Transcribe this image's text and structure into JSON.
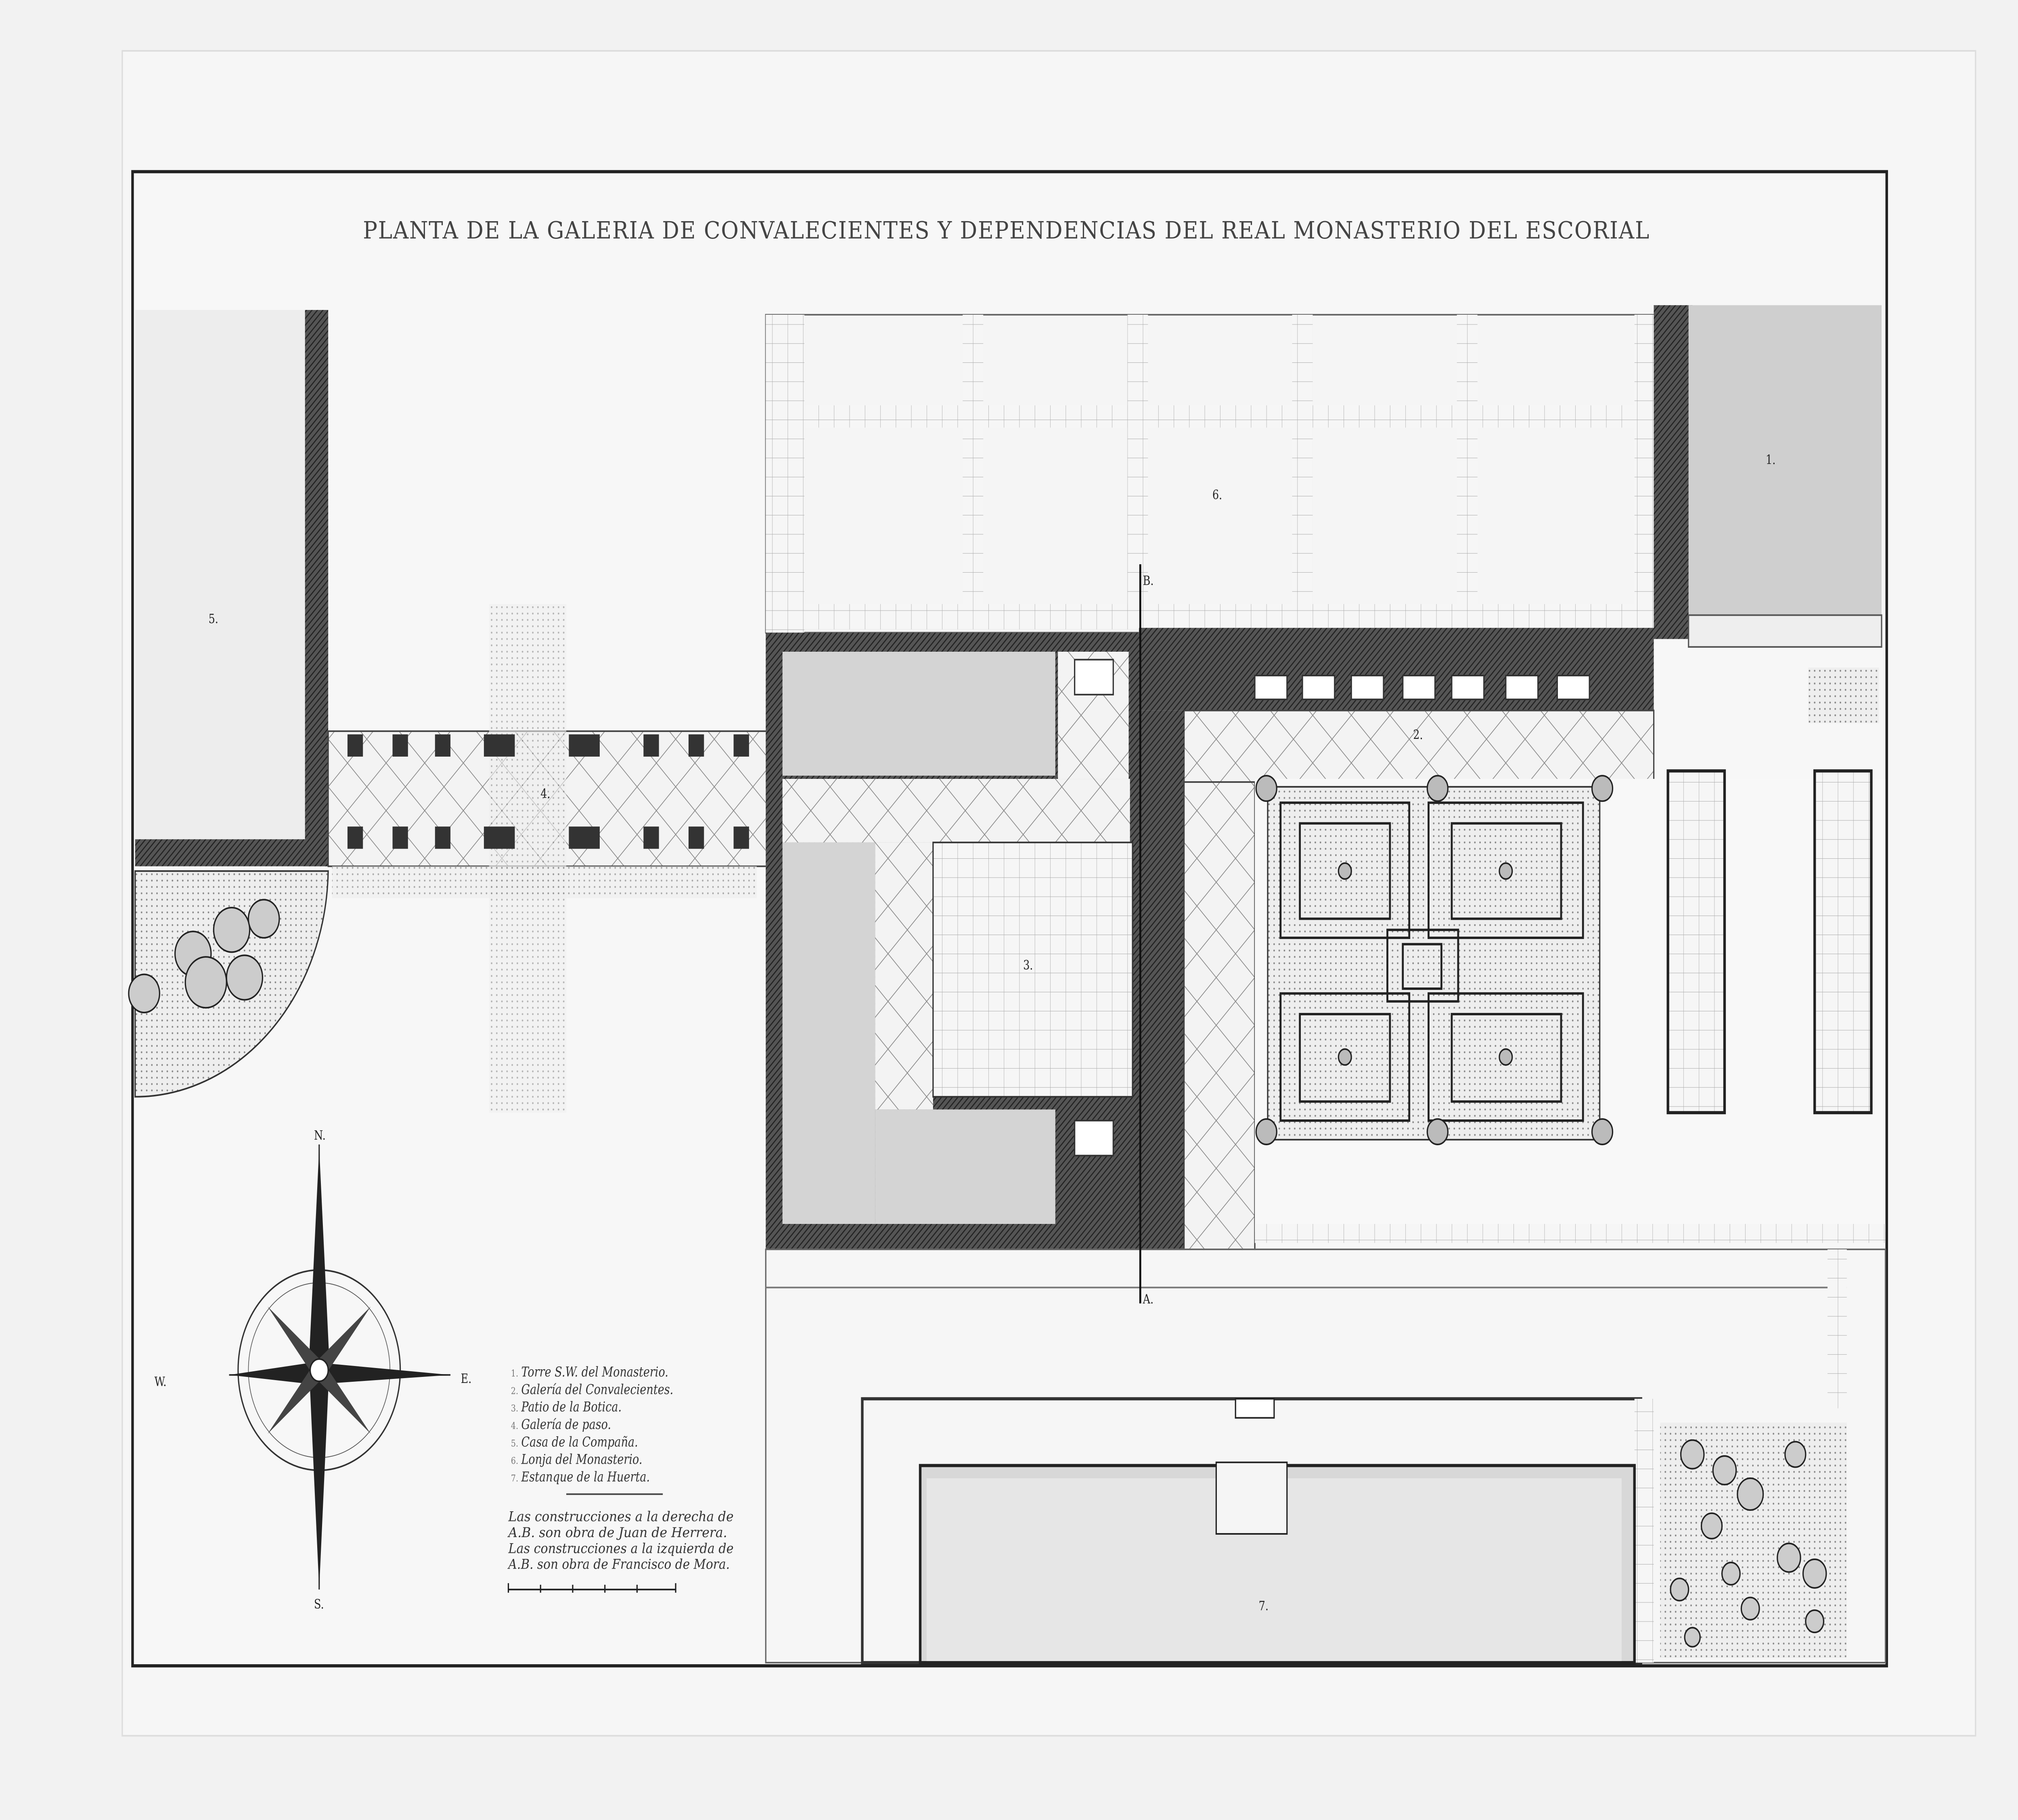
{
  "title": "PLANTA DE LA GALERIA DE CONVALECIENTES Y DEPENDENCIAS DEL REAL MONASTERIO DEL ESCORIAL",
  "labels": {
    "l1": "1.",
    "l2": "2.",
    "l3": "3.",
    "l4": "4.",
    "l5": "5.",
    "l6": "6.",
    "l7": "7.",
    "a": "A.",
    "b": "B."
  },
  "compass": {
    "n": "N.",
    "s": "S.",
    "w": "W.",
    "e": "E."
  },
  "legend": {
    "items": [
      {
        "n": "1.",
        "text": "Torre S.W. del Monasterio."
      },
      {
        "n": "2.",
        "text": "Galería del Convalecientes."
      },
      {
        "n": "3.",
        "text": "Patio de la Botica."
      },
      {
        "n": "4.",
        "text": "Galería de paso."
      },
      {
        "n": "5.",
        "text": "Casa de la Compaña."
      },
      {
        "n": "6.",
        "text": "Lonja del Monasterio."
      },
      {
        "n": "7.",
        "text": "Estanque de la Huerta."
      }
    ],
    "notes": [
      "Las construcciones a la derecha de",
      "A.B. son obra de Juan de Herrera.",
      "Las construcciones a la izquierda de",
      "A.B. son obra de Francisco de Mora."
    ]
  }
}
